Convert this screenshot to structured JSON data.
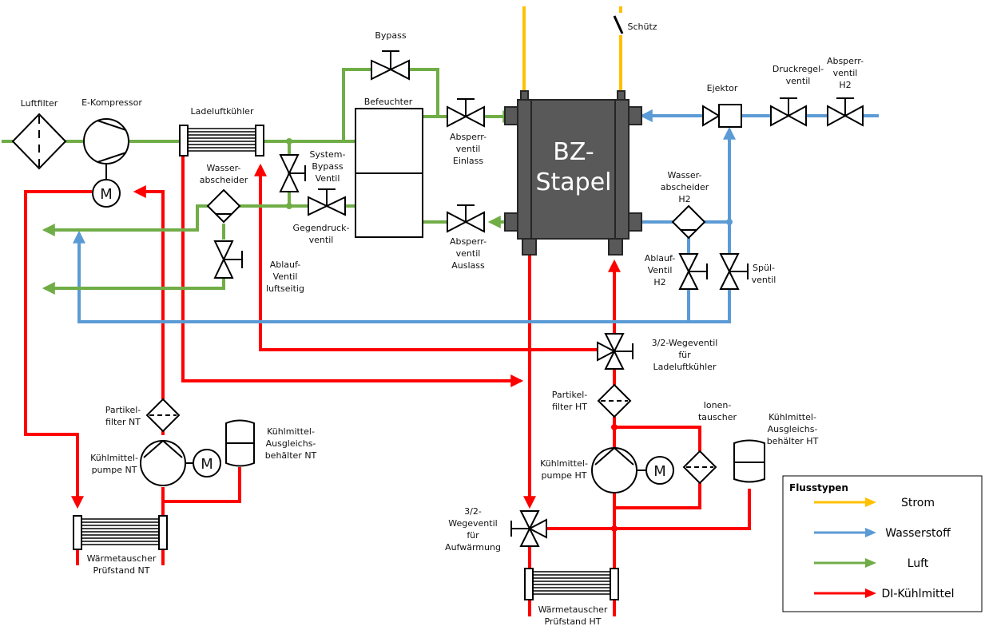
{
  "diagram": {
    "stack": {
      "line1": "BZ-",
      "line2": "Stapel"
    },
    "labels": {
      "luftfilter": "Luftfilter",
      "ekompressor": "E-Kompressor",
      "ladeluftkuehler": "Ladeluftkühler",
      "bypass": "Bypass",
      "befeuchter": "Befeuchter",
      "systembypass": [
        "System-",
        "Bypass",
        "Ventil"
      ],
      "wasserabscheider": [
        "Wasser-",
        "abscheider"
      ],
      "gegendruck": [
        "Gegendruck-",
        "ventil"
      ],
      "ablauf_luft": [
        "Ablauf-",
        "Ventil",
        "luftseitig"
      ],
      "absperr_einlass": [
        "Absperr-",
        "ventil",
        "Einlass"
      ],
      "absperr_auslass": [
        "Absperr-",
        "ventil",
        "Auslass"
      ],
      "schuetz": "Schütz",
      "ejektor": "Ejektor",
      "druckregel": [
        "Druckregel-",
        "ventil"
      ],
      "absperr_h2": [
        "Absperr-",
        "ventil",
        "H2"
      ],
      "wasserabscheider_h2": [
        "Wasser-",
        "abscheider",
        "H2"
      ],
      "ablauf_h2": [
        "Ablauf-",
        "Ventil",
        "H2"
      ],
      "spuel": [
        "Spül-",
        "ventil"
      ],
      "wegeventil_llk": [
        "3/2-Wegeventil",
        "für",
        "Ladeluftkühler"
      ],
      "partikel_ht": [
        "Partikel-",
        "filter HT"
      ],
      "ionentauscher": [
        "Ionen-",
        "tauscher"
      ],
      "ausgleich_ht": [
        "Kühlmittel-",
        "Ausgleichs-",
        "behälter HT"
      ],
      "pumpe_ht": [
        "Kühlmittel-",
        "pumpe HT"
      ],
      "wegeventil_auf": [
        "3/2-",
        "Wegeventil",
        "für",
        "Aufwärmung"
      ],
      "wt_ht": [
        "Wärmetauscher",
        "Prüfstand HT"
      ],
      "partikel_nt": [
        "Partikel-",
        "filter NT"
      ],
      "pumpe_nt": [
        "Kühlmittel-",
        "pumpe NT"
      ],
      "ausgleich_nt": [
        "Kühlmittel-",
        "Ausgleichs-",
        "behälter NT"
      ],
      "wt_nt": [
        "Wärmetauscher",
        "Prüfstand NT"
      ],
      "motor": "M"
    },
    "legend": {
      "title": "Flusstypen",
      "items": [
        {
          "label": "Strom",
          "color": "#ffc000"
        },
        {
          "label": "Wasserstoff",
          "color": "#5b9bd5"
        },
        {
          "label": "Luft",
          "color": "#70ad47"
        },
        {
          "label": "DI-Kühlmittel",
          "color": "#ff0000"
        }
      ]
    },
    "colors": {
      "air": "#70ad47",
      "hydrogen": "#5b9bd5",
      "coolant": "#ff0000",
      "power": "#ffc000",
      "stack": "#595959"
    }
  }
}
